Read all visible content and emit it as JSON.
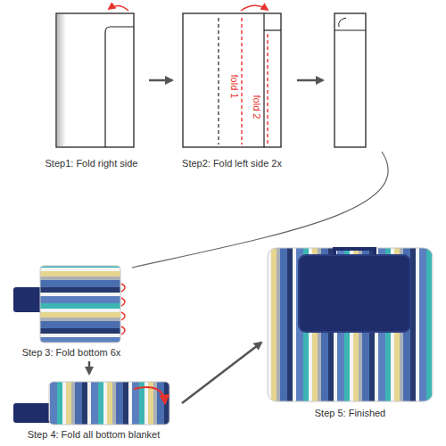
{
  "diagram": {
    "nodes": [
      {
        "text": [
          "Step1: Fold right side"
        ]
      },
      {
        "text": [
          "fold 1",
          "fold 2",
          "Step2: Fold left side 2x"
        ]
      },
      {
        "text": [
          "Step 3: Fold bottom 6x"
        ]
      },
      {
        "text": [
          "Step 4: Fold all bottom blanket"
        ]
      },
      {
        "text": [
          "Step 5: Finished"
        ]
      }
    ],
    "edges": [
      {
        "from": 0,
        "to": 1,
        "arrow": "to"
      },
      {
        "from": 2,
        "to": 3,
        "arrow": "to"
      },
      {
        "from": 3,
        "to": 4,
        "arrow": "to"
      }
    ]
  }
}
